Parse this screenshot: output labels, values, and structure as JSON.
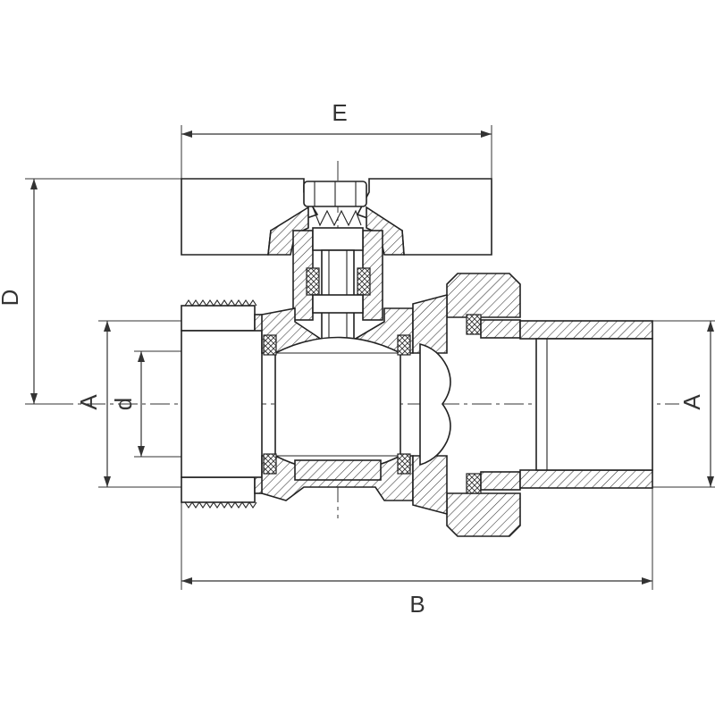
{
  "labels": {
    "E": "E",
    "D": "D",
    "A_left": "A",
    "d": "d",
    "A_right": "A",
    "B": "B"
  },
  "colors": {
    "line": "#222222",
    "background": "#ffffff"
  }
}
